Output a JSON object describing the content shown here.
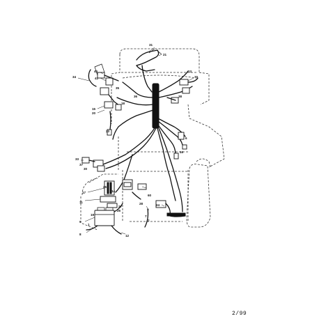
{
  "diagram": {
    "callouts": [
      {
        "id": "c1",
        "text": "31"
      },
      {
        "id": "c2",
        "text": "21"
      },
      {
        "id": "c3",
        "text": "34"
      },
      {
        "id": "c4",
        "text": "70"
      },
      {
        "id": "c5",
        "text": "40"
      },
      {
        "id": "c6",
        "text": "41"
      },
      {
        "id": "c7",
        "text": "36"
      },
      {
        "id": "c8",
        "text": "15"
      },
      {
        "id": "c9",
        "text": "20"
      },
      {
        "id": "c10",
        "text": "38"
      },
      {
        "id": "c11",
        "text": "23"
      },
      {
        "id": "c12",
        "text": "33"
      },
      {
        "id": "c13",
        "text": "37"
      },
      {
        "id": "c14",
        "text": "30"
      },
      {
        "id": "c15",
        "text": "17"
      },
      {
        "id": "c16",
        "text": "14"
      },
      {
        "id": "c17",
        "text": "60"
      },
      {
        "id": "c18",
        "text": "27"
      },
      {
        "id": "c19",
        "text": "26"
      },
      {
        "id": "c20",
        "text": "9"
      },
      {
        "id": "c21",
        "text": "11"
      },
      {
        "id": "c22",
        "text": "12"
      },
      {
        "id": "c23",
        "text": "8"
      },
      {
        "id": "c24",
        "text": "7"
      },
      {
        "id": "c25",
        "text": "16"
      },
      {
        "id": "c26",
        "text": "28"
      },
      {
        "id": "c27",
        "text": "6"
      },
      {
        "id": "c28",
        "text": "24"
      },
      {
        "id": "c29",
        "text": "35"
      },
      {
        "id": "c30",
        "text": "18"
      },
      {
        "id": "c31",
        "text": "2"
      },
      {
        "id": "c32",
        "text": "25"
      },
      {
        "id": "c33",
        "text": "19"
      },
      {
        "id": "c34",
        "text": "13"
      },
      {
        "id": "c35",
        "text": "1"
      }
    ]
  },
  "footer": {
    "code": "2/99"
  }
}
